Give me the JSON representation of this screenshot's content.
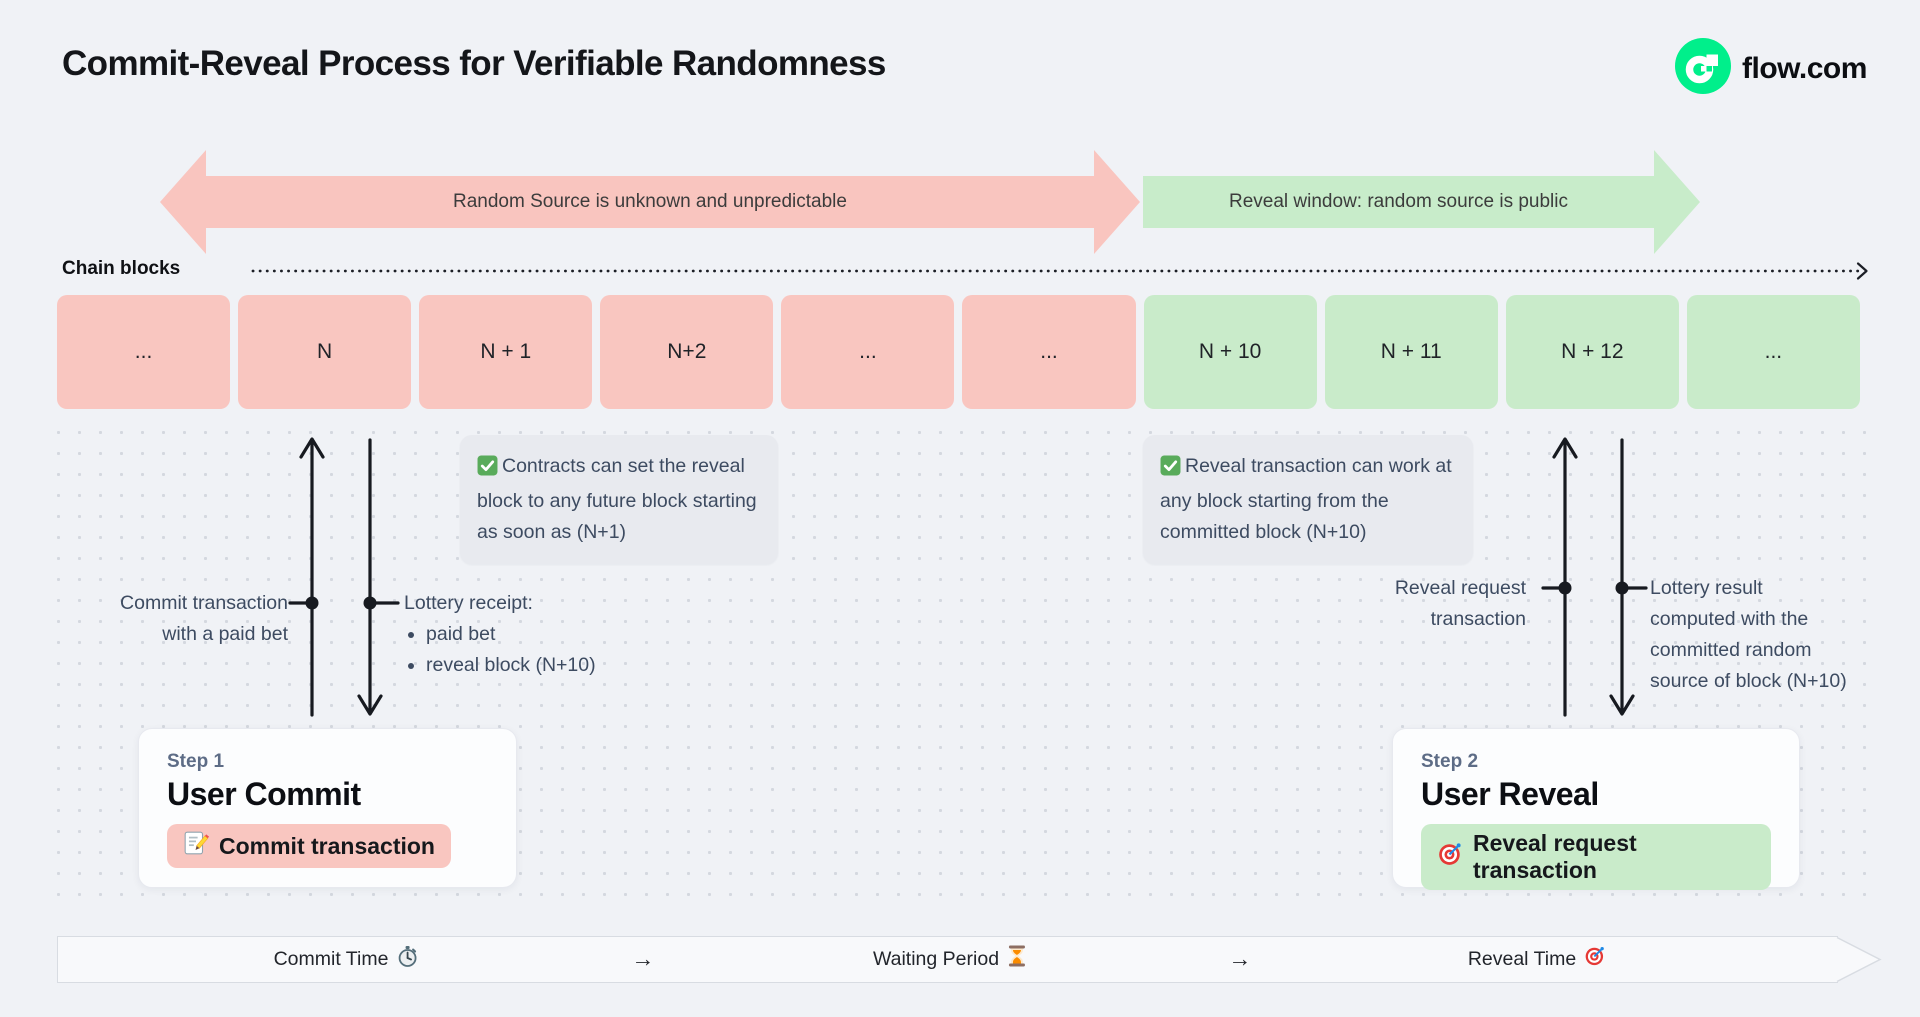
{
  "page": {
    "title": "Commit-Reveal Process for Verifiable Randomness"
  },
  "brand": {
    "name": "flow.com",
    "logo_icon": "flow-logo-icon",
    "logo_color": "#00ef8b"
  },
  "banners": {
    "commit": {
      "label": "Random Source is unknown and unpredictable",
      "color": "#f9c5bf",
      "direction": "double-headed"
    },
    "reveal": {
      "label": "Reveal window: random source is public",
      "color": "#c8ecca",
      "direction": "right"
    }
  },
  "chain": {
    "label": "Chain blocks",
    "blocks": [
      {
        "label": "...",
        "phase": "commit"
      },
      {
        "label": "N",
        "phase": "commit"
      },
      {
        "label": "N + 1",
        "phase": "commit"
      },
      {
        "label": "N+2",
        "phase": "commit"
      },
      {
        "label": "...",
        "phase": "commit"
      },
      {
        "label": "...",
        "phase": "commit"
      },
      {
        "label": "N + 10",
        "phase": "reveal"
      },
      {
        "label": "N + 11",
        "phase": "reveal"
      },
      {
        "label": "N + 12",
        "phase": "reveal"
      },
      {
        "label": "...",
        "phase": "reveal"
      }
    ]
  },
  "notes": [
    {
      "icon": "check-icon",
      "text": "Contracts can set the reveal block to any future block starting as soon as (N+1)"
    },
    {
      "icon": "check-icon",
      "text": "Reveal transaction can work at any block starting from the committed block (N+10)"
    }
  ],
  "annotations": {
    "commit_tx": {
      "line1": "Commit transaction",
      "line2": "with a paid bet"
    },
    "lottery_receipt": {
      "title": "Lottery receipt:",
      "bullets": [
        "paid bet",
        "reveal block (N+10)"
      ]
    },
    "reveal_tx": {
      "line1": "Reveal request",
      "line2": "transaction"
    },
    "lottery_result": {
      "line1": "Lottery result",
      "line2": "computed with the",
      "line3": "committed random",
      "line4": "source of block (N+10)"
    }
  },
  "steps": [
    {
      "eyebrow": "Step 1",
      "title": "User Commit",
      "action": "Commit transaction",
      "icon": "memo-icon",
      "action_color": "#f9c6c0"
    },
    {
      "eyebrow": "Step 2",
      "title": "User Reveal",
      "action": "Reveal request transaction",
      "icon": "target-icon",
      "action_color": "#c9ebca"
    }
  ],
  "timeline": {
    "items": [
      {
        "label": "Commit Time",
        "icon": "stopwatch-icon"
      },
      {
        "label": "→",
        "icon": "arrow-right-separator"
      },
      {
        "label": "Waiting Period",
        "icon": "hourglass-icon"
      },
      {
        "label": "→",
        "icon": "arrow-right-separator"
      },
      {
        "label": "Reveal Time",
        "icon": "target-icon"
      }
    ]
  },
  "colors": {
    "page_bg": "#f0f2f6",
    "commit_pink": "#f9c6c0",
    "reveal_green": "#c9ebca",
    "note_bg": "#e8eaef",
    "slate_text": "#3d4b61",
    "dark_text": "#14161a",
    "flow_green": "#00ef8b"
  }
}
